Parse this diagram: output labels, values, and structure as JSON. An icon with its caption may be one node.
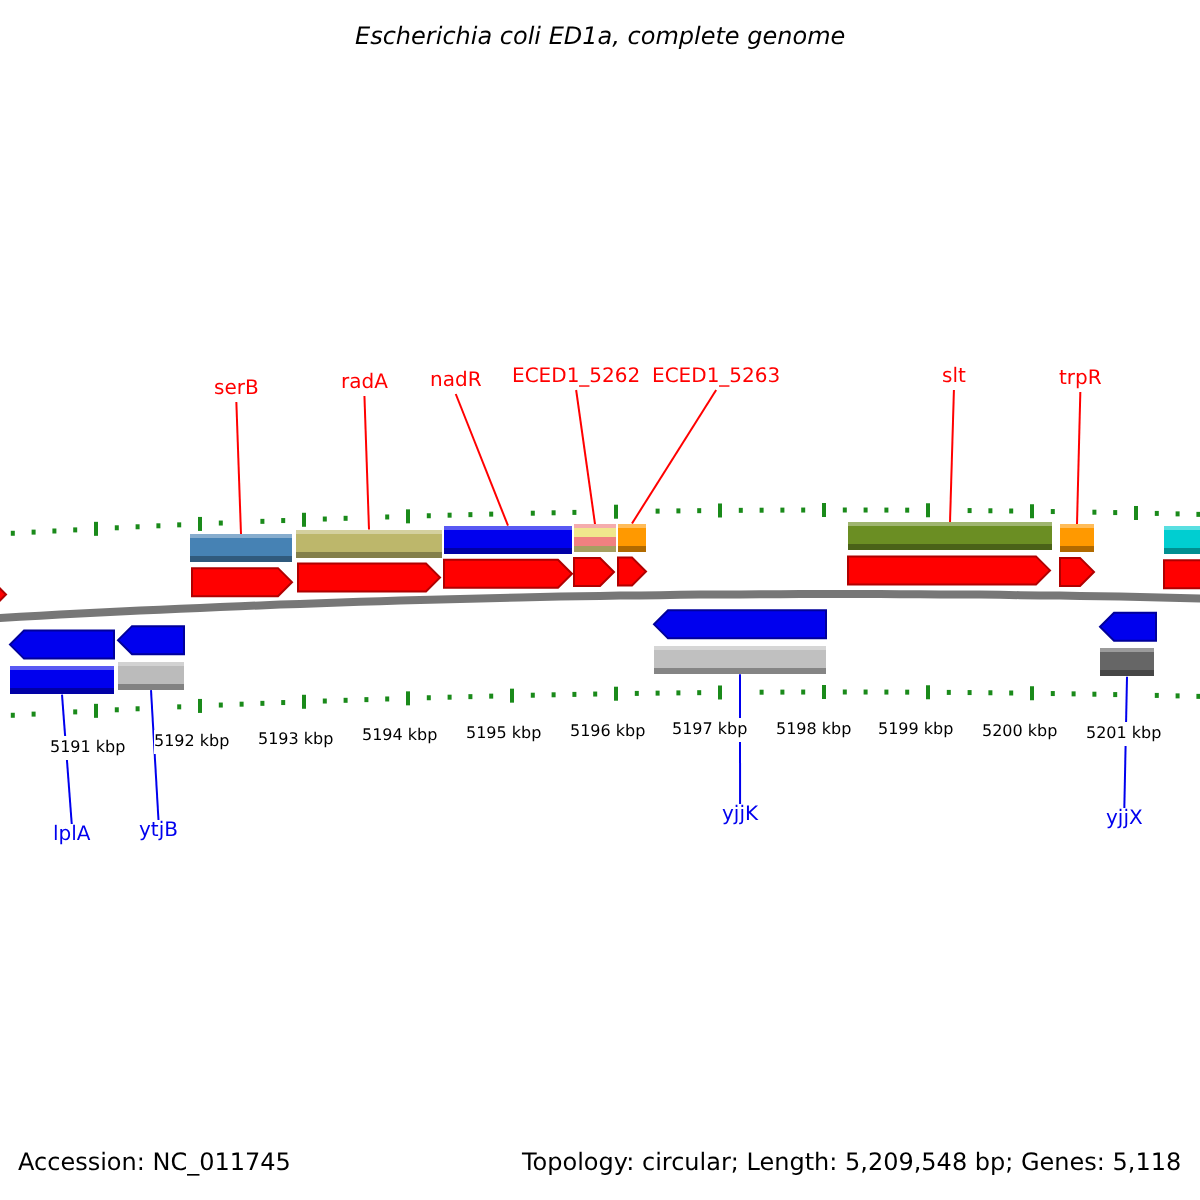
{
  "diagram": {
    "title": "Escherichia coli ED1a, complete genome",
    "nodes": [
      {
        "text": [
          "serB"
        ]
      },
      {
        "text": [
          "radA"
        ]
      },
      {
        "text": [
          "nadR"
        ]
      },
      {
        "text": [
          "ECED1_5262"
        ]
      },
      {
        "text": [
          "ECED1_5263"
        ]
      },
      {
        "text": [
          "slt"
        ]
      },
      {
        "text": [
          "trpR"
        ]
      },
      {
        "text": [
          "lplA"
        ]
      },
      {
        "text": [
          "ytjB"
        ]
      },
      {
        "text": [
          "yjjK"
        ]
      },
      {
        "text": [
          "yjjX"
        ]
      },
      {
        "text": [],
        "shape": "bar"
      },
      {
        "text": [],
        "shape": "bar"
      },
      {
        "text": [],
        "shape": "bar"
      },
      {
        "text": [],
        "shape": "bar"
      },
      {
        "text": [],
        "shape": "bar"
      },
      {
        "text": [],
        "shape": "bar"
      },
      {
        "text": [],
        "shape": "bar"
      },
      {
        "text": [],
        "shape": "bar"
      },
      {
        "text": [],
        "shape": "bar"
      },
      {
        "text": [],
        "shape": "bar"
      },
      {
        "text": [],
        "shape": "bar"
      }
    ],
    "edges": [
      {
        "from": 0,
        "to": 11,
        "arrow": "none"
      },
      {
        "from": 1,
        "to": 12,
        "arrow": "none"
      },
      {
        "from": 2,
        "to": 13,
        "arrow": "none"
      },
      {
        "from": 3,
        "to": 14,
        "arrow": "none"
      },
      {
        "from": 4,
        "to": 15,
        "arrow": "none"
      },
      {
        "from": 5,
        "to": 16,
        "arrow": "none"
      },
      {
        "from": 6,
        "to": 17,
        "arrow": "none"
      },
      {
        "from": 7,
        "to": 18,
        "arrow": "none",
        "color": "#0000ee"
      },
      {
        "from": 8,
        "to": 19,
        "arrow": "none",
        "color": "#0000ee"
      },
      {
        "from": 9,
        "to": 20,
        "arrow": "none",
        "color": "#0000ee"
      },
      {
        "from": 10,
        "to": 21,
        "arrow": "none",
        "color": "#0000ee"
      }
    ],
    "labels": [
      "5191 kbp",
      "5192 kbp",
      "5193 kbp",
      "5194 kbp",
      "5195 kbp",
      "5196 kbp",
      "5197 kbp",
      "5198 kbp",
      "5199 kbp",
      "5200 kbp",
      "5201 kbp",
      "Accession: NC_011745",
      "Topology: circular; Length: 5,209,548 bp; Genes: 5,118"
    ]
  }
}
